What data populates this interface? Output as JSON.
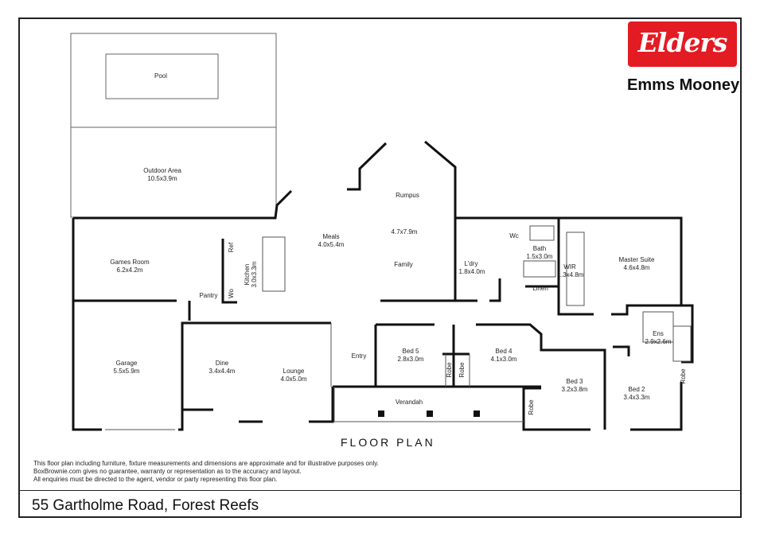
{
  "brand": {
    "logo_text": "Elders",
    "agency_name": "Emms Mooney",
    "logo_color": "#e31b23"
  },
  "title": "FLOOR PLAN",
  "address": "55 Gartholme Road, Forest Reefs",
  "disclaimer": [
    "This floor plan including furniture, fixture measurements and dimensions are approximate and for illustrative purposes only.",
    "BoxBrownie.com gives no guarantee, warranty or representation as to the accuracy and layout.",
    "All enquiries must be directed to the agent, vendor or party representing this floor plan."
  ],
  "rooms": {
    "pool": {
      "name": "Pool"
    },
    "outdoor": {
      "name": "Outdoor Area",
      "dim": "10.5x3.9m"
    },
    "rumpus": {
      "name": "Rumpus",
      "dim": "4.7x7.9m"
    },
    "meals": {
      "name": "Meals",
      "dim": "4.0x5.4m"
    },
    "family": {
      "name": "Family"
    },
    "games": {
      "name": "Games Room",
      "dim": "6.2x4.2m"
    },
    "kitchen": {
      "name": "Kitchen",
      "dim": "3.0x3.3m"
    },
    "ref": {
      "name": "Ref"
    },
    "wo": {
      "name": "Wo"
    },
    "pantry": {
      "name": "Pantry"
    },
    "laundry": {
      "name": "L'dry",
      "dim": "1.8x4.0m"
    },
    "wc": {
      "name": "Wc"
    },
    "bath": {
      "name": "Bath",
      "dim": "1.5x3.0m"
    },
    "linen": {
      "name": "Linen"
    },
    "wir": {
      "name": "WIR",
      "dim": "1.3x4.8m"
    },
    "master": {
      "name": "Master Suite",
      "dim": "4.6x4.8m"
    },
    "ens": {
      "name": "Ens",
      "dim": "2.9x2.6m"
    },
    "garage": {
      "name": "Garage",
      "dim": "5.5x5.9m"
    },
    "dine": {
      "name": "Dine",
      "dim": "3.4x4.4m"
    },
    "lounge": {
      "name": "Lounge",
      "dim": "4.0x5.0m"
    },
    "entry": {
      "name": "Entry"
    },
    "bed5": {
      "name": "Bed 5",
      "dim": "2.8x3.0m"
    },
    "robe_a": {
      "name": "Robe"
    },
    "robe_b": {
      "name": "Robe"
    },
    "bed4": {
      "name": "Bed 4",
      "dim": "4.1x3.0m"
    },
    "verandah": {
      "name": "Verandah"
    },
    "robe_c": {
      "name": "Robe"
    },
    "bed3": {
      "name": "Bed 3",
      "dim": "3.2x3.8m"
    },
    "bed2": {
      "name": "Bed 2",
      "dim": "3.4x3.3m"
    },
    "robe_d": {
      "name": "Robe"
    }
  }
}
